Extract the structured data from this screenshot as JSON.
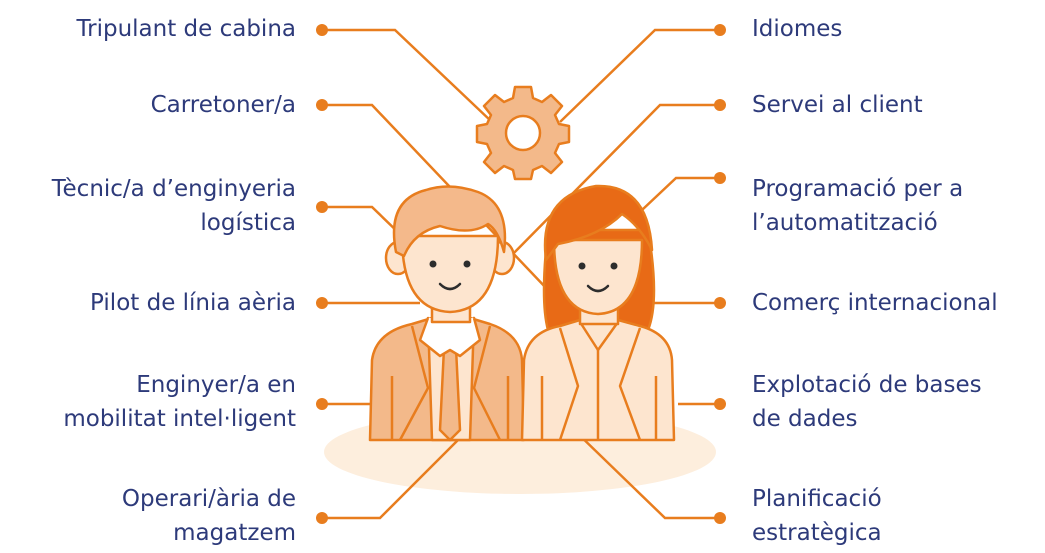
{
  "colors": {
    "accent": "#e87d1e",
    "text": "#2d3a7a",
    "skin": "#fde5cf",
    "suit_man": "#f3b98a",
    "suit_woman": "#fde5cf",
    "hair_woman": "#e86a16",
    "hair_man": "#f4b98b",
    "ground": "#fdeedd"
  },
  "icons": {
    "center": "gear-icon",
    "people": "professionals-illustration"
  },
  "left_labels": [
    {
      "lines": [
        "Tripulant de cabina"
      ]
    },
    {
      "lines": [
        "Carretoner/a"
      ]
    },
    {
      "lines": [
        "Tècnic/a d’enginyeria",
        "logística"
      ]
    },
    {
      "lines": [
        "Pilot de línia aèria"
      ]
    },
    {
      "lines": [
        "Enginyer/a en",
        "mobilitat intel·ligent"
      ]
    },
    {
      "lines": [
        "Operari/ària de",
        "magatzem"
      ]
    }
  ],
  "right_labels": [
    {
      "lines": [
        "Idiomes"
      ]
    },
    {
      "lines": [
        "Servei al client"
      ]
    },
    {
      "lines": [
        "Programació per a",
        "l’automatització"
      ]
    },
    {
      "lines": [
        "Comerç internacional"
      ]
    },
    {
      "lines": [
        "Explotació de bases",
        "de dades"
      ]
    },
    {
      "lines": [
        "Planificació",
        "estratègica"
      ]
    }
  ]
}
